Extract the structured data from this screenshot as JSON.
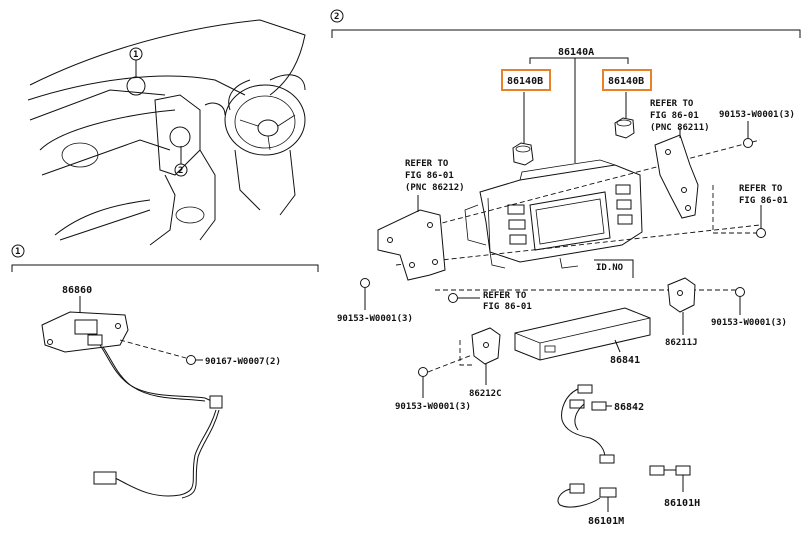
{
  "callouts": {
    "one": "1",
    "two": "2"
  },
  "parts": {
    "p86140A": "86140A",
    "p86140B_left": "86140B",
    "p86140B_right": "86140B",
    "p86860": "86860",
    "p86841": "86841",
    "p86842": "86842",
    "p86211J": "86211J",
    "p86212C": "86212C",
    "p86101M": "86101M",
    "p86101H": "86101H",
    "p90153_right_top": "90153-W0001(3)",
    "p90153_right_mid": "90153-W0001(3)",
    "p90153_left_mid": "90153-W0001(3)",
    "p90153_bottom": "90153-W0001(3)",
    "p90167": "90167-W0007(2)",
    "id_no": "ID.NO"
  },
  "refer_notes": {
    "left_top": [
      "REFER TO",
      "FIG 86-01",
      "(PNC 86212)"
    ],
    "right_top": [
      "REFER TO",
      "FIG 86-01",
      "(PNC 86211)"
    ],
    "right_mid": [
      "REFER TO",
      "FIG 86-01"
    ],
    "left_mid": [
      "REFER TO",
      "FIG 86-01"
    ]
  },
  "colors": {
    "highlight": "#e8822a",
    "line": "#111111"
  }
}
